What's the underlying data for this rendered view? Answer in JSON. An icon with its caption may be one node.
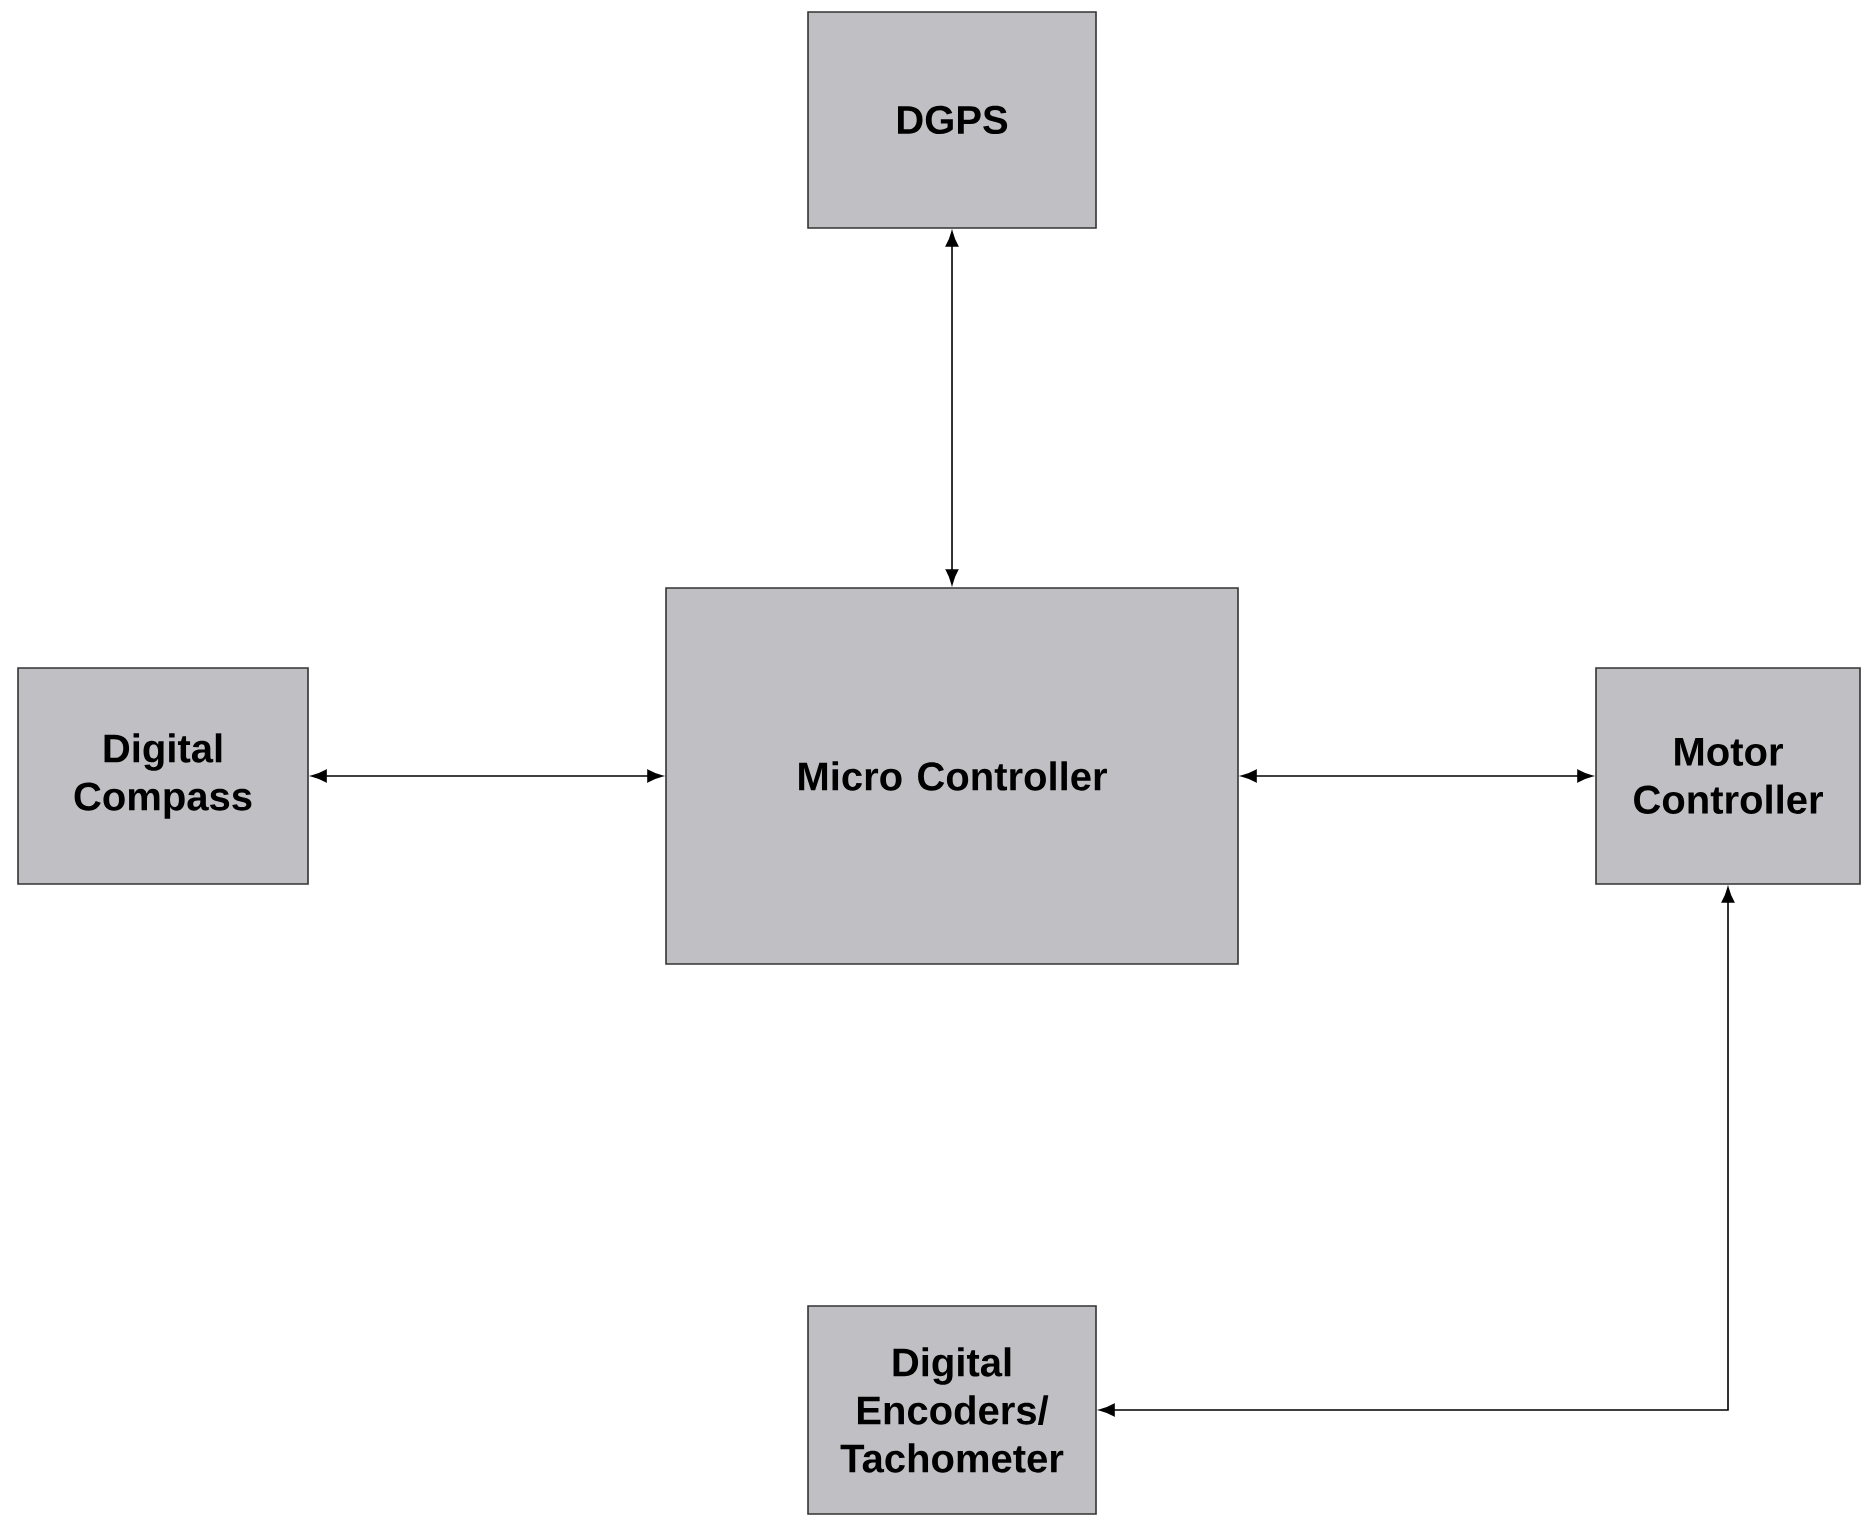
{
  "diagram": {
    "nodes": [
      {
        "text": [
          "DGPS"
        ]
      },
      {
        "text": [
          "Digital Compass"
        ]
      },
      {
        "text": [
          "Micro Controller"
        ]
      },
      {
        "text": [
          "Motor Controller"
        ]
      },
      {
        "text": [
          "Digital Encoders/ Tachometer"
        ]
      }
    ],
    "edges": [
      {
        "from": 0,
        "to": 2,
        "arrow": "both"
      },
      {
        "from": 1,
        "to": 2,
        "arrow": "both"
      },
      {
        "from": 2,
        "to": 3,
        "arrow": "both"
      },
      {
        "from": 3,
        "to": 4,
        "arrow": "both"
      }
    ]
  }
}
